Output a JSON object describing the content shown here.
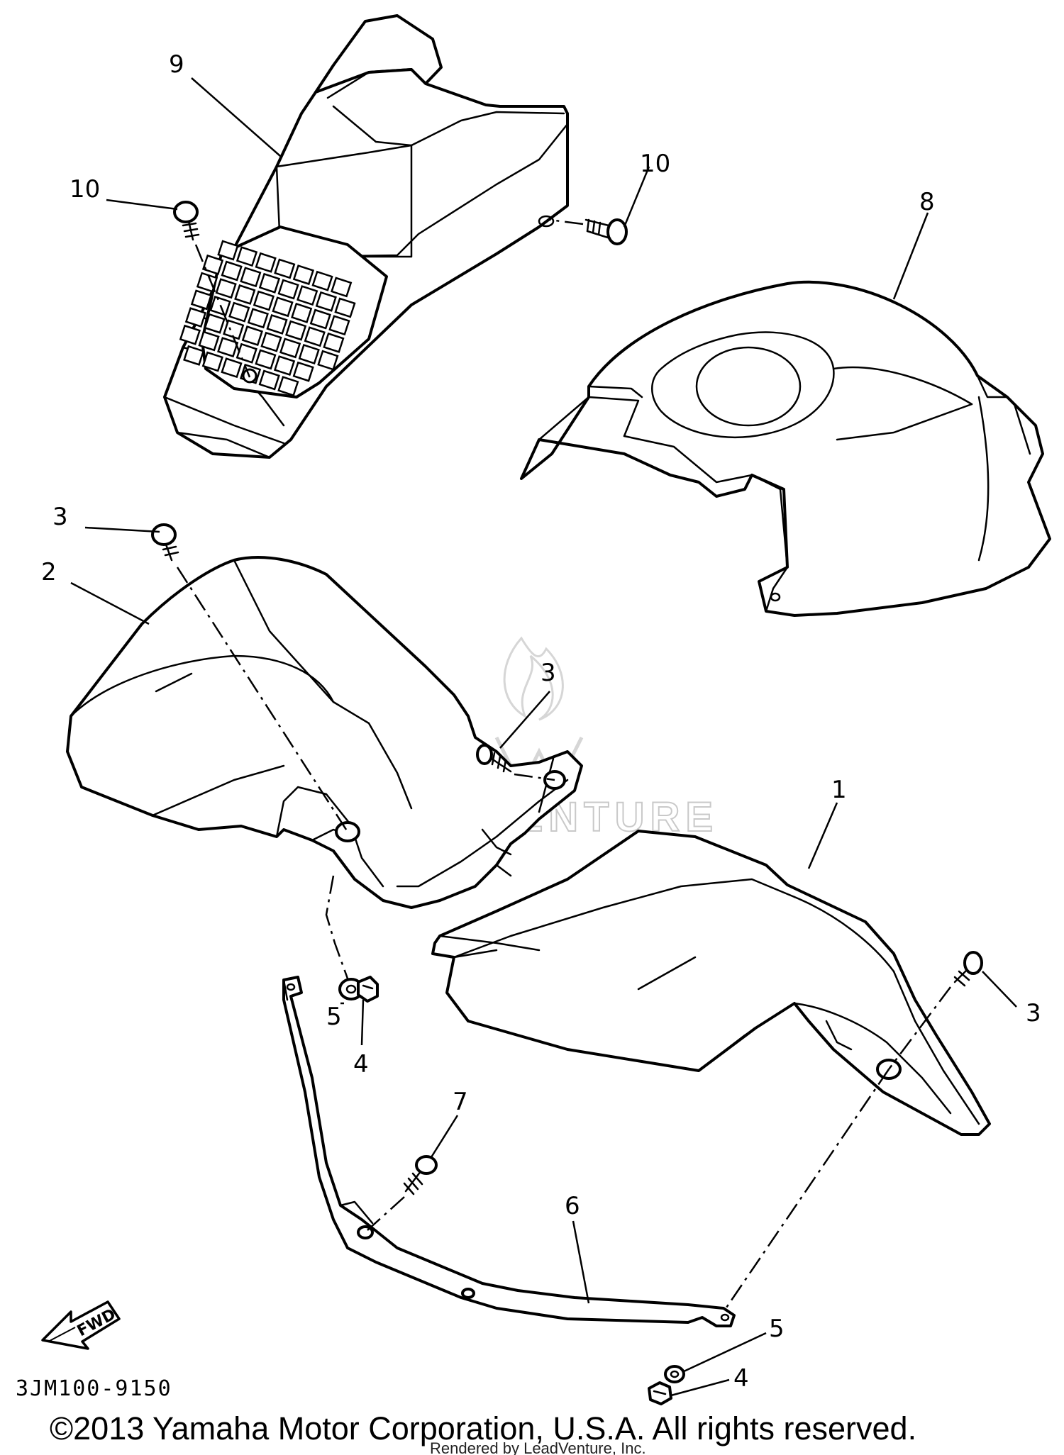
{
  "diagram": {
    "callouts": {
      "p1": "1",
      "p2": "2",
      "p3a": "3",
      "p3b": "3",
      "p3c": "3",
      "p4a": "4",
      "p4b": "4",
      "p5a": "5",
      "p5b": "5",
      "p6": "6",
      "p7": "7",
      "p8": "8",
      "p9": "9",
      "p10a": "10",
      "p10b": "10"
    },
    "fwd_label": "FWD",
    "diagram_code": "3JM100-9150",
    "watermark": "LEADVENTURE"
  },
  "footer": {
    "copyright": "©2013 Yamaha Motor Corporation, U.S.A. All rights reserved.",
    "rendered_by": "Rendered by LeadVenture, Inc."
  },
  "colors": {
    "line": "#000000",
    "background": "#ffffff",
    "watermark": "#c9c9c9"
  }
}
